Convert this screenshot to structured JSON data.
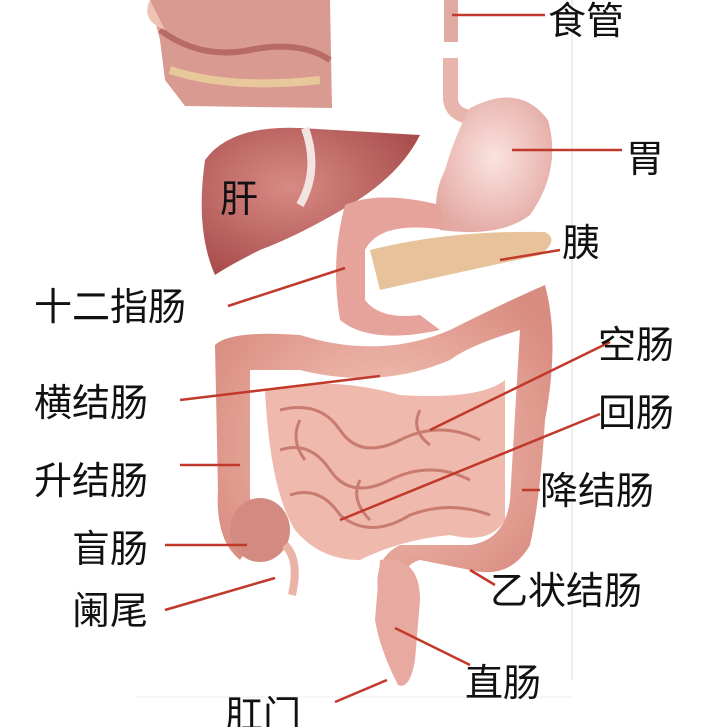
{
  "labels": {
    "esophagus": "食管",
    "stomach": "胃",
    "liver": "肝",
    "pancreas": "胰",
    "duodenum": "十二指肠",
    "jejunum": "空肠",
    "transverse_colon": "横结肠",
    "ileum": "回肠",
    "ascending_colon": "升结肠",
    "descending_colon": "降结肠",
    "cecum": "盲肠",
    "sigmoid_colon": "乙状结肠",
    "appendix": "阑尾",
    "rectum": "直肠",
    "anus": "肛门"
  },
  "colors": {
    "leader": "#c0392b",
    "organ": "#e8a39a",
    "liver": "#b85c5a",
    "stomach": "#f1c4bf"
  }
}
